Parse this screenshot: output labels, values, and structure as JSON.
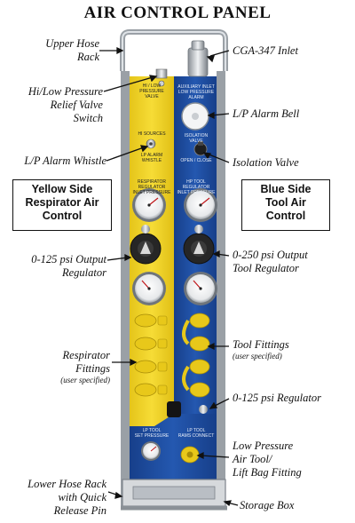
{
  "title": "AIR CONTROL PANEL",
  "labels_left": {
    "upper_hose_rack": [
      "Upper Hose",
      "Rack"
    ],
    "relief_valve": [
      "Hi/Low Pressure",
      "Relief Valve",
      "Switch"
    ],
    "alarm_whistle": "L/P Alarm Whistle",
    "output_regulator": [
      "0-125 psi Output",
      "Regulator"
    ],
    "respirator_fittings": [
      "Respirator",
      "Fittings"
    ],
    "respirator_fittings_note": "(user specified)",
    "lower_hose_rack": [
      "Lower Hose Rack",
      "with Quick",
      "Release Pin"
    ]
  },
  "labels_right": {
    "cga_inlet": "CGA-347 Inlet",
    "alarm_bell": "L/P Alarm Bell",
    "isolation_valve": "Isolation Valve",
    "tool_regulator": [
      "0-250 psi Output",
      "Tool Regulator"
    ],
    "tool_fittings": "Tool Fittings",
    "tool_fittings_note": "(user specified)",
    "psi_regulator": "0-125 psi Regulator",
    "low_pressure_tool": [
      "Low Pressure",
      "Air Tool/",
      "Lift Bag Fitting"
    ],
    "storage_box": "Storage Box"
  },
  "boxes": {
    "yellow_side": [
      "Yellow Side",
      "Respirator Air",
      "Control"
    ],
    "blue_side": [
      "Blue Side",
      "Tool Air",
      "Control"
    ]
  },
  "panel_text": {
    "y_valve": [
      "HI / LOW",
      "PRESSURE",
      "VALVE"
    ],
    "b_inlet": [
      "AUXILIARY INLET",
      "LOW PRESSURE",
      "ALARM"
    ],
    "y_sources": "HI SOURCES",
    "b_supply": [
      "ISOLATION",
      "VALVE"
    ],
    "y_alarm": [
      "LP ALARM",
      "WHISTLE"
    ],
    "b_isolation": [
      "OPEN",
      "CLOSE"
    ],
    "y_gauge": [
      "RESPIRATOR REGULATOR",
      "INLET PRESSURE"
    ],
    "b_gauge": [
      "HP TOOL REGULATOR",
      "INLET PRESSURE"
    ],
    "y_lp": [
      "LP TOOL",
      "SET PRESSURE"
    ],
    "b_lp": [
      "LP TOOL",
      "RAMS CONNECT"
    ]
  },
  "colors": {
    "yellow": "#f2d72a",
    "blue": "#1d4fa3",
    "fitting": "#e8c81a",
    "frame": "#b9bec4"
  }
}
